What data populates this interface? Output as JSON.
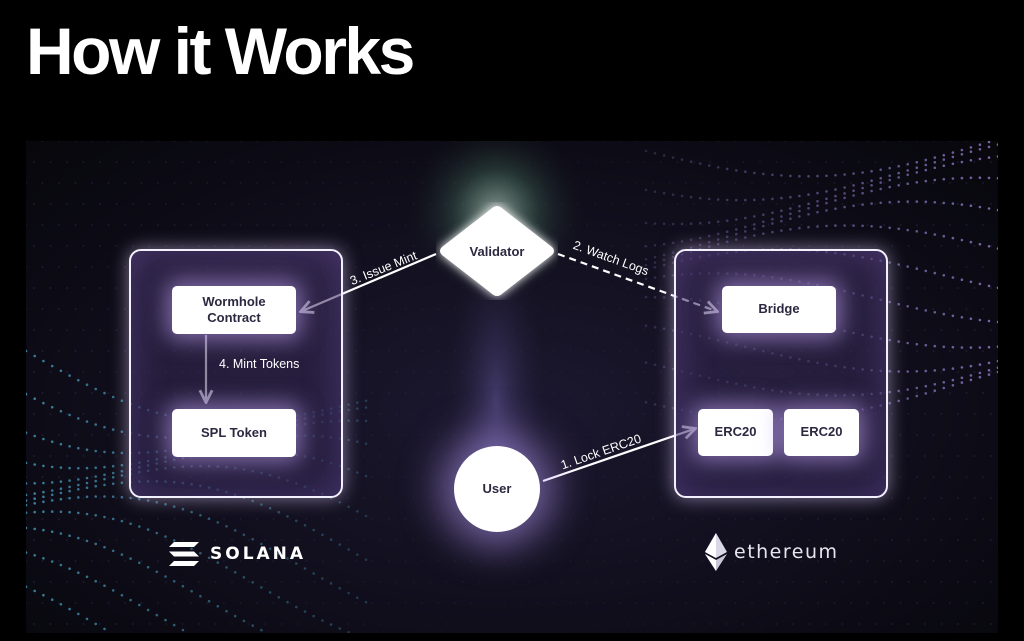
{
  "heading": "How it Works",
  "validator": {
    "label": "Validator"
  },
  "user": {
    "label": "User"
  },
  "solana": {
    "wormhole_contract": "Wormhole\nContract",
    "spl_token": "SPL Token",
    "logo_text": "SOLANA"
  },
  "ethereum": {
    "bridge": "Bridge",
    "erc20_a": "ERC20",
    "erc20_b": "ERC20",
    "logo_text": "ethereum"
  },
  "steps": {
    "step1": "1. Lock ERC20",
    "step2": "2. Watch Logs",
    "step3": "3. Issue Mint",
    "step4": "4. Mint Tokens"
  },
  "icons": {
    "solana": "solana-logo-icon",
    "ethereum": "ethereum-logo-icon"
  },
  "colors": {
    "background": "#000000",
    "node_fill": "#ffffff",
    "box_border": "#f4f1ff",
    "glow": "#c8aaff",
    "dots_left": "#4fb0d6",
    "dots_right": "#a98ce8"
  }
}
